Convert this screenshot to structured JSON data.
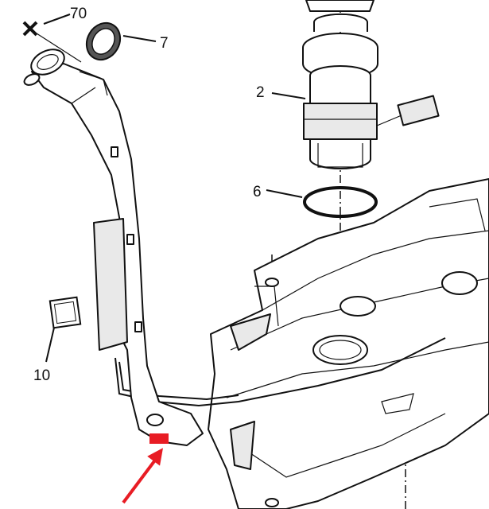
{
  "diagram": {
    "callouts": [
      {
        "id": "70",
        "part": "filler-cap-tether"
      },
      {
        "id": "7",
        "part": "filler-neck-seal"
      },
      {
        "id": "2",
        "part": "fuel-pump-module"
      },
      {
        "id": "6",
        "part": "pump-module-seal-ring"
      },
      {
        "id": "10",
        "part": "filler-pipe-label"
      }
    ],
    "highlight_color": "#e81c24",
    "line_color": "#111111"
  }
}
